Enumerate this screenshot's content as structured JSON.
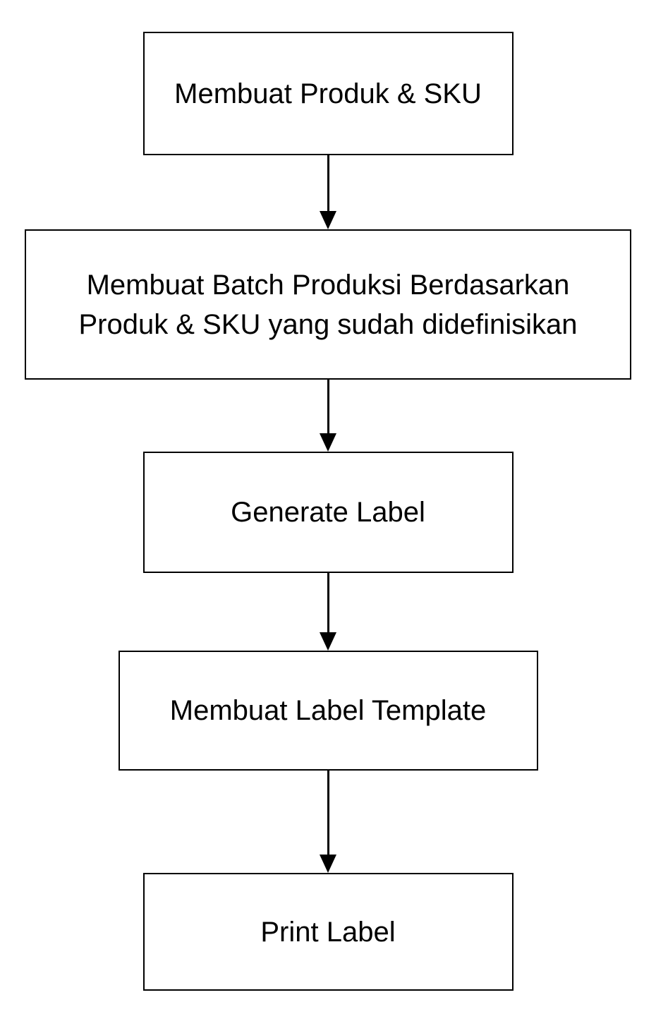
{
  "diagram": {
    "type": "flowchart",
    "direction": "top-down",
    "colors": {
      "background": "#ffffff",
      "node_fill": "#ffffff",
      "node_border": "#000000",
      "text": "#000000",
      "arrow": "#000000"
    },
    "nodes": [
      {
        "id": "step-1",
        "label": "Membuat Produk & SKU"
      },
      {
        "id": "step-2",
        "label": "Membuat Batch Produksi Berdasarkan Produk & SKU yang sudah didefinisikan"
      },
      {
        "id": "step-3",
        "label": "Generate Label"
      },
      {
        "id": "step-4",
        "label": "Membuat Label Template"
      },
      {
        "id": "step-5",
        "label": "Print Label"
      }
    ],
    "edges": [
      {
        "from": "step-1",
        "to": "step-2"
      },
      {
        "from": "step-2",
        "to": "step-3"
      },
      {
        "from": "step-3",
        "to": "step-4"
      },
      {
        "from": "step-4",
        "to": "step-5"
      }
    ]
  }
}
